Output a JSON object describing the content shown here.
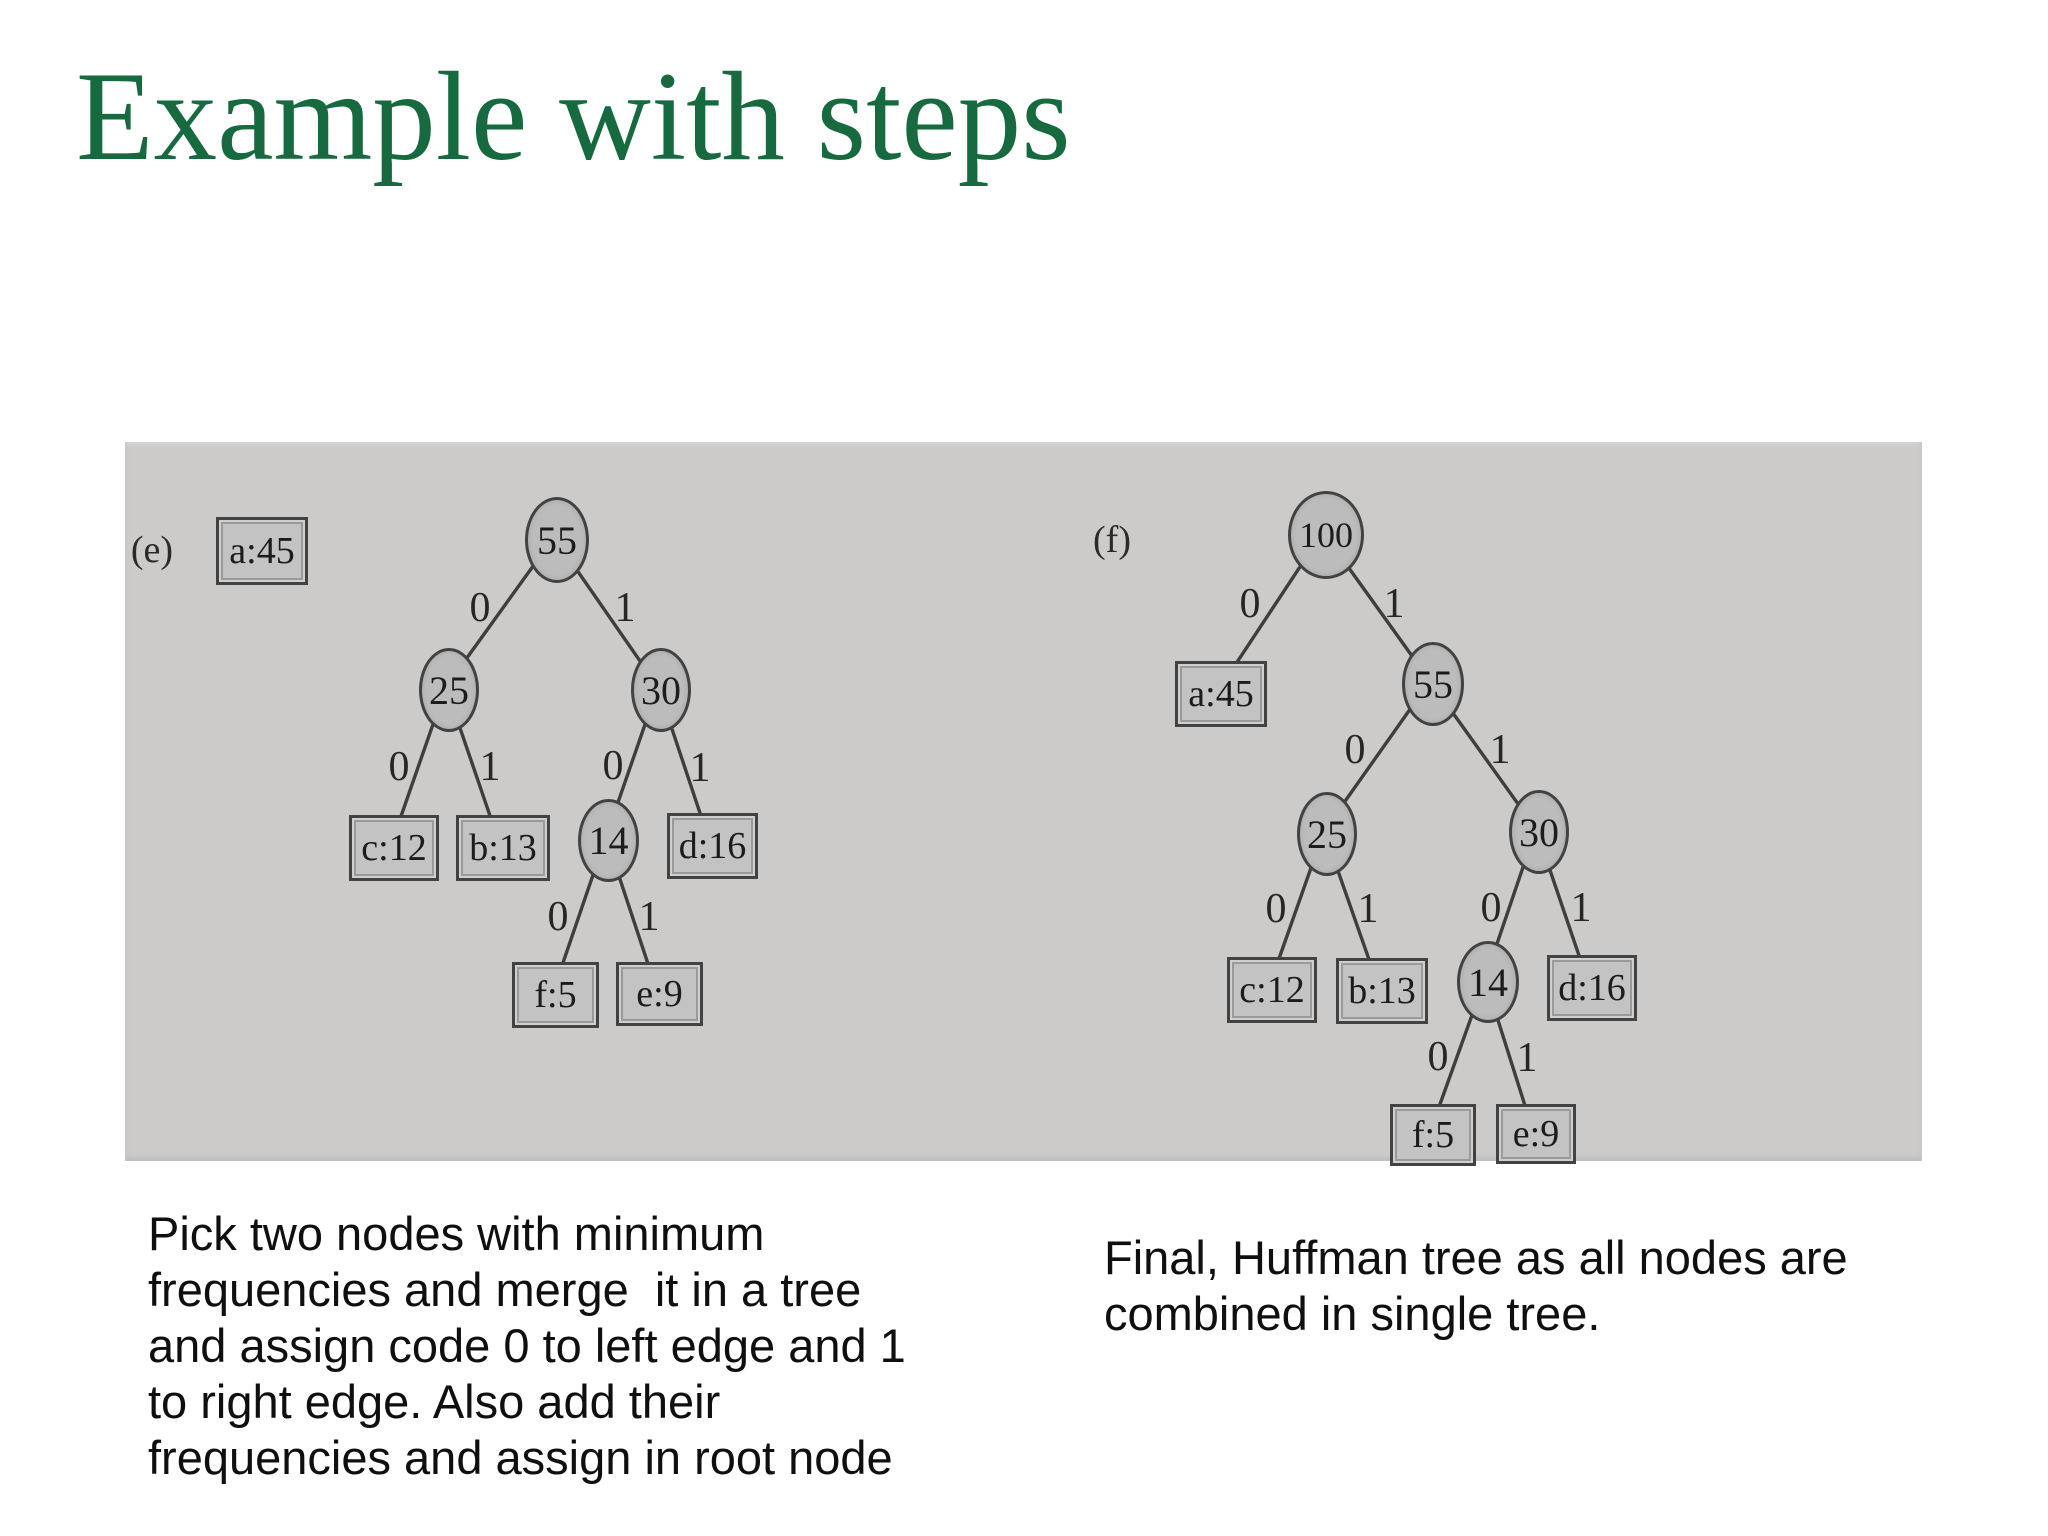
{
  "title": "Example with steps",
  "diagram": {
    "codes": {
      "zero": "0",
      "one": "1"
    },
    "tree_e": {
      "tag": "(e)",
      "isolated": "a:45",
      "n55": "55",
      "n25": "25",
      "n30": "30",
      "n14": "14",
      "c": "c:12",
      "b": "b:13",
      "d": "d:16",
      "f": "f:5",
      "e": "e:9"
    },
    "tree_f": {
      "tag": "(f)",
      "n100": "100",
      "a": "a:45",
      "n55": "55",
      "n25": "25",
      "n30": "30",
      "n14": "14",
      "c": "c:12",
      "b": "b:13",
      "d": "d:16",
      "f": "f:5",
      "e": "e:9"
    }
  },
  "captions": {
    "left_lines": [
      "Pick two nodes with minimum",
      "frequencies and merge  it in a tree",
      "and assign code 0 to left edge and 1",
      "to right edge. Also add their",
      "frequencies and assign in root node"
    ],
    "right_lines": [
      "Final, Huffman tree as all nodes are",
      "combined in single tree."
    ]
  },
  "colors": {
    "title_green": "#17693f",
    "panel_gray": "#cccbc9",
    "node_fill": "#bcbcbc",
    "box_fill": "#c3c3c3",
    "node_border": "#424242",
    "edge_ink": "#3e3e3e",
    "ink": "#1c1c1c",
    "caption_ink": "#0f0f0f"
  }
}
